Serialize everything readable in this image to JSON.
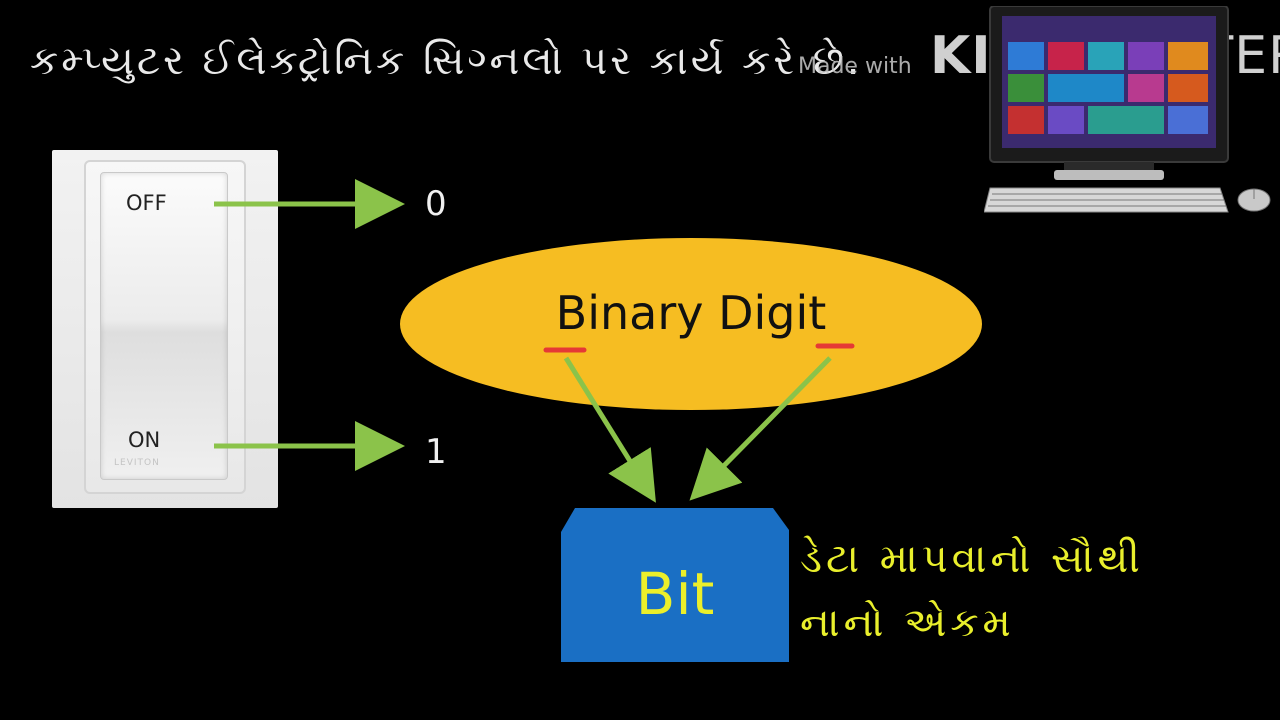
{
  "headline": "કમ્પ્યુટર ઈલેક્ટ્રોનિક સિગ્નલો પર કાર્ય કરે છે.",
  "watermark": {
    "made_with": "Made with",
    "kine": "KINE",
    "master": "MASTER"
  },
  "switch": {
    "off_label": "OFF",
    "on_label": "ON",
    "brand": "LEVITON"
  },
  "digits": {
    "off_value": "0",
    "on_value": "1"
  },
  "ellipse": {
    "text": "Binary Digit"
  },
  "bit": {
    "label": "Bit"
  },
  "description": {
    "line1": "ડેટા માપવાનો સૌથી",
    "line2": "નાનો એકમ"
  },
  "colors": {
    "background": "#000000",
    "arrow_green": "#8bc34a",
    "ellipse_yellow": "#f6bd22",
    "bit_blue": "#1a6fc4",
    "highlight_text": "#e9ef2c",
    "underline_red": "#e53935"
  }
}
